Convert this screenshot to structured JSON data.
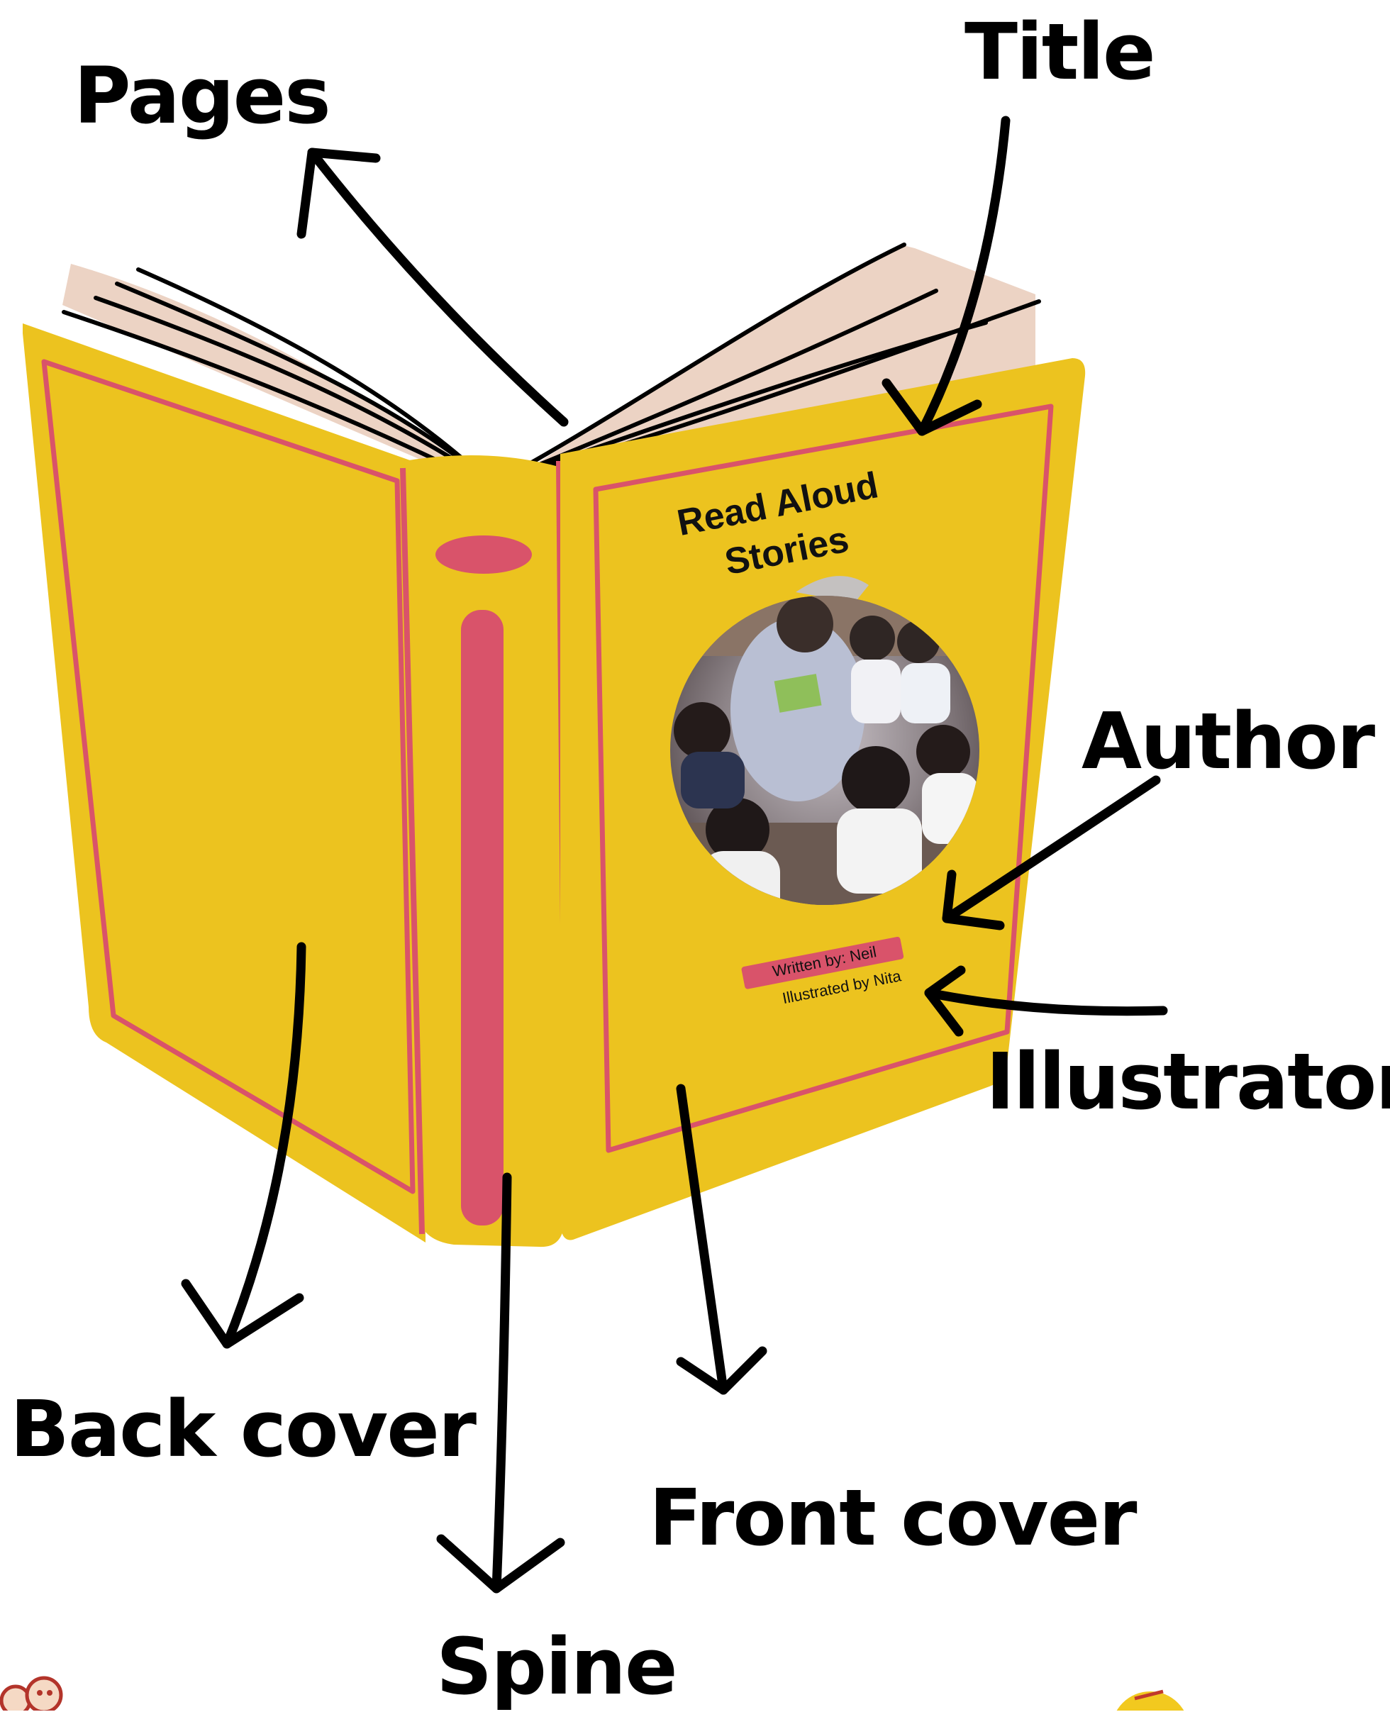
{
  "labels": {
    "pages": "Pages",
    "title": "Title",
    "author": "Author",
    "illustrator": "Illustrator",
    "back_cover": "Back cover",
    "spine": "Spine",
    "front_cover": "Front cover"
  },
  "book": {
    "title_line1": "Read Aloud",
    "title_line2": "Stories",
    "author_line": "Written by: Neil",
    "illustrator_line": "Illustrated by Nita"
  },
  "colors": {
    "cover": "#ecc31f",
    "accent": "#d9536a",
    "pages": "#ecd3c4",
    "ink": "#000000"
  }
}
